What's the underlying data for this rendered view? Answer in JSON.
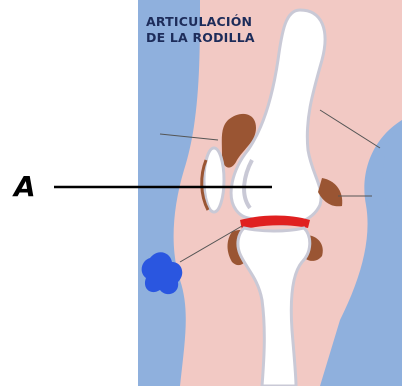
{
  "figure": {
    "title_line1": "ARTICULACIÓN",
    "title_line2": "DE LA RODILLA",
    "label": "A"
  },
  "colors": {
    "background": "#8fb0dd",
    "skin": "#f2c9c4",
    "bone": "#ffffff",
    "bone_shade": "#c9c9d6",
    "ligament": "#9a5533",
    "meniscus": "#e02020",
    "fluid": "#2a56e0",
    "leader": "#000000"
  }
}
